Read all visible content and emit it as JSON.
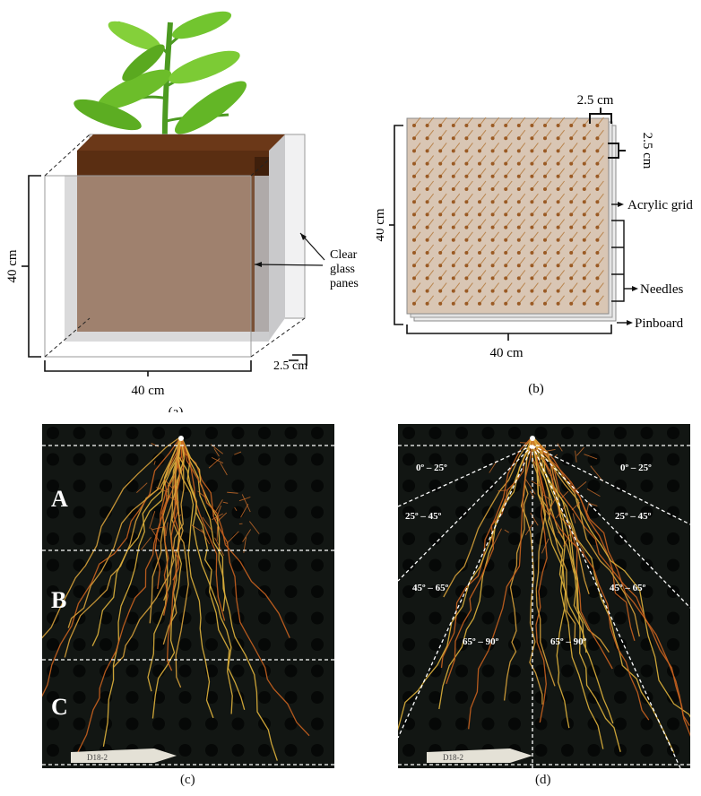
{
  "panel_a": {
    "caption": "(a)",
    "dim_height": "40 cm",
    "dim_width": "40 cm",
    "dim_gap": "2.5 cm",
    "label_panes_line1": "Clear",
    "label_panes_line2": "glass",
    "label_panes_line3": "panes"
  },
  "panel_b": {
    "caption": "(b)",
    "dim_spacing_h": "2.5 cm",
    "dim_spacing_v": "2.5 cm",
    "dim_height": "40 cm",
    "dim_width": "40 cm",
    "label_grid": "Acrylic grid",
    "label_needles": "Needles",
    "label_pinboard": "Pinboard"
  },
  "panel_c": {
    "caption": "(c)",
    "zone_a": "A",
    "zone_b": "B",
    "zone_c": "C",
    "tag": "D18-2"
  },
  "panel_d": {
    "caption": "(d)",
    "angle_1_left": "0º – 25º",
    "angle_1_right": "0º – 25º",
    "angle_2_left": "25º – 45º",
    "angle_2_right": "25º – 45º",
    "angle_3_left": "45º – 65º",
    "angle_3_right": "45º – 65º",
    "angle_4_left": "65º – 90º",
    "angle_4_right": "65º – 90º",
    "tag": "D18-2"
  },
  "colors": {
    "soil_dark": "#5a2e12",
    "soil_front": "#7a5136",
    "glass": "#e9e9ea",
    "board": "#d9c6b4",
    "root": "#d7a13a",
    "photo_bg": "#121613"
  }
}
